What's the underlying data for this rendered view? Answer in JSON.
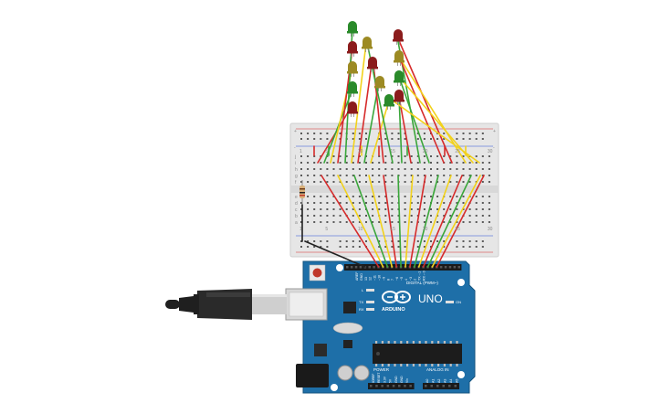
{
  "board": {
    "brand_logo": "ARDUINO",
    "model": "UNO",
    "digital_header": "DIGITAL (PWM~)",
    "power_header": "POWER",
    "analog_header": "ANALOG IN",
    "on_label": "ON",
    "led_labels": [
      "L",
      "TX",
      "RX"
    ],
    "digital_pins": [
      "AREF",
      "GND",
      "13",
      "12",
      "~11",
      "~10",
      "~9",
      "8",
      "7",
      "~6",
      "~5",
      "4",
      "~3",
      "2",
      "TX→1",
      "RX←0"
    ],
    "power_pins": [
      "IOREF",
      "RESET",
      "3.3V",
      "5V",
      "GND",
      "GND",
      "Vin"
    ],
    "analog_pins": [
      "A0",
      "A1",
      "A2",
      "A3",
      "A4",
      "A5"
    ]
  },
  "breadboard": {
    "row_letters_top": [
      "j",
      "i",
      "h",
      "g",
      "f"
    ],
    "row_letters_bottom": [
      "e",
      "d",
      "c",
      "b",
      "a"
    ],
    "column_numbers": [
      "1",
      "5",
      "10",
      "15",
      "20",
      "25",
      "30"
    ],
    "rail_plus": "+",
    "rail_minus": "-"
  },
  "colors": {
    "board_blue": "#1e6fa8",
    "board_edge": "#15547f",
    "breadboard": "#e6e6e6",
    "wire_red": "#d62b2b",
    "wire_yellow": "#f2d21b",
    "wire_green": "#3aa63a",
    "wire_black": "#222222",
    "led_red": "#8b1c1c",
    "led_yellow": "#9c8a23",
    "led_green": "#2a8a2a"
  }
}
